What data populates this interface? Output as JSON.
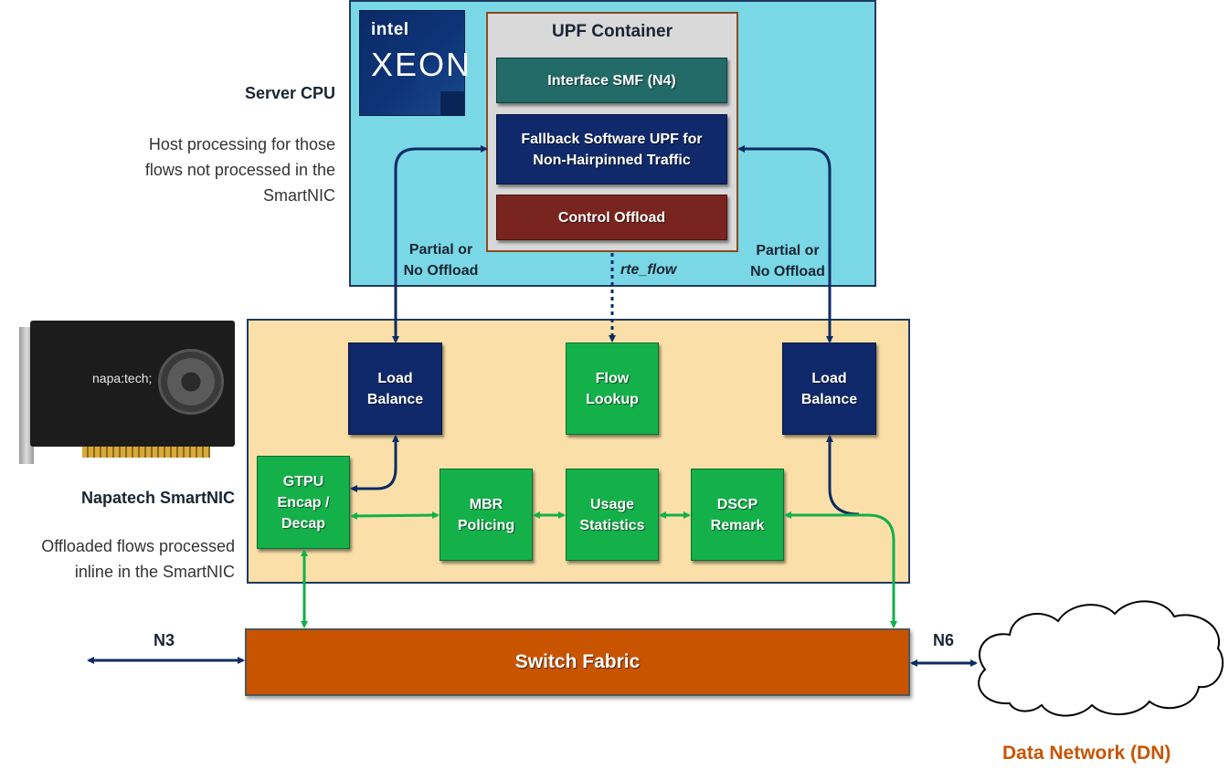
{
  "server": {
    "title": "Server CPU",
    "description": [
      "Host processing for those",
      "flows not processed in the",
      "SmartNIC"
    ],
    "logo": {
      "brand": "intel",
      "product": "XEON"
    }
  },
  "container": {
    "title": "UPF Container",
    "blocks": {
      "smf": "Interface SMF (N4)",
      "fallback_line1": "Fallback Software UPF for",
      "fallback_line2": "Non-Hairpinned Traffic",
      "control": "Control Offload"
    }
  },
  "labels": {
    "partial_left_1": "Partial or",
    "partial_left_2": "No Offload",
    "partial_right_1": "Partial or",
    "partial_right_2": "No Offload",
    "rte_flow": "rte_flow"
  },
  "smartnic": {
    "title": "Napatech SmartNIC",
    "description": [
      "Offloaded flows processed",
      "inline in the SmartNIC"
    ],
    "card_brand": "napa:tech;",
    "blocks": {
      "lb_left": [
        "Load",
        "Balance"
      ],
      "flow_lookup": [
        "Flow",
        "Lookup"
      ],
      "lb_right": [
        "Load",
        "Balance"
      ],
      "gtpu": [
        "GTPU",
        "Encap /",
        "Decap"
      ],
      "mbr": [
        "MBR",
        "Policing"
      ],
      "usage": [
        "Usage",
        "Statistics"
      ],
      "dscp": [
        "DSCP",
        "Remark"
      ]
    }
  },
  "switch_fabric": "Switch Fabric",
  "interfaces": {
    "n3": "N3",
    "n6": "N6"
  },
  "data_network": "Data Network (DN)",
  "colors": {
    "server_bg": "#7ad8e6",
    "nic_bg": "#fae0a8",
    "teal": "#226b68",
    "navy": "#10296a",
    "maroon": "#7a2420",
    "green": "#14b14b",
    "switch": "#c85400",
    "arrow_navy": "#0d2b63",
    "arrow_green": "#12b04a"
  }
}
